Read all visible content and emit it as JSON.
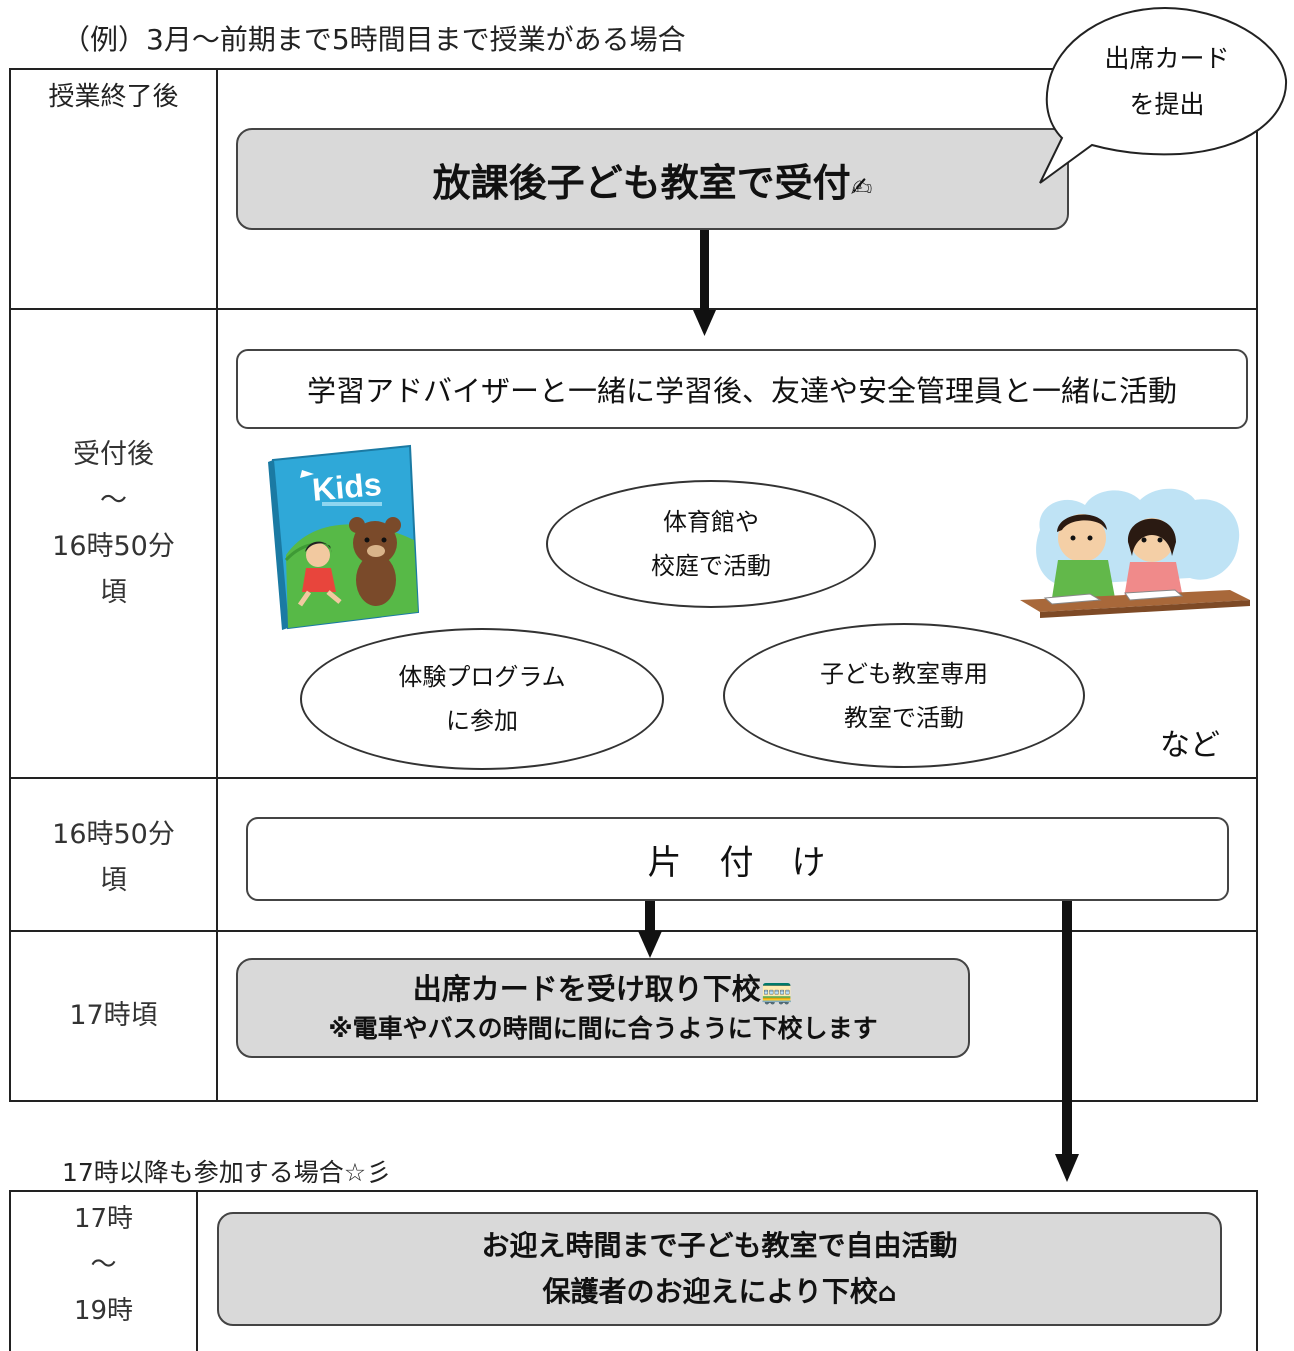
{
  "example_caption": "（例）3月～前期まで5時間目まで授業がある場合",
  "speech_bubble": {
    "line1": "出席カード",
    "line2": "を提出"
  },
  "rows": [
    {
      "time": [
        "授業終了後"
      ]
    },
    {
      "time": [
        "受付後",
        "～",
        "16時50分",
        "頃"
      ]
    },
    {
      "time": [
        "16時50分",
        "頃"
      ]
    },
    {
      "time": [
        "17時頃"
      ]
    }
  ],
  "steps": {
    "reception": {
      "label": "放課後子ども教室で受付",
      "icon": "writing-hand-icon"
    },
    "study": {
      "label": "学習アドバイザーと一緒に学習後、友達や安全管理員と一緒に活動"
    },
    "activities": [
      {
        "line1": "体育館や",
        "line2": "校庭で活動"
      },
      {
        "line1": "体験プログラム",
        "line2": "に参加"
      },
      {
        "line1": "子ども教室専用",
        "line2": "教室で活動"
      }
    ],
    "etc_label": "など",
    "cleanup": {
      "label": "片　付　け"
    },
    "dismissal": {
      "line1": "出席カードを受け取り下校",
      "line2": "※電車やバスの時間に間に合うように下校します",
      "icon": "train-icon"
    }
  },
  "after_caption": "17時以降も参加する場合☆彡",
  "after_row": {
    "time": [
      "17時",
      "～",
      "19時"
    ],
    "line1": "お迎え時間まで子ども教室で自由活動",
    "line2": "保護者のお迎えにより下校",
    "icon": "house-icon"
  },
  "illustrations": {
    "book_title": "Kids"
  },
  "colors": {
    "box_fill": "#d9d9d9",
    "border": "#222222",
    "book_cover": "#2fa8d8",
    "grass": "#57b947"
  }
}
